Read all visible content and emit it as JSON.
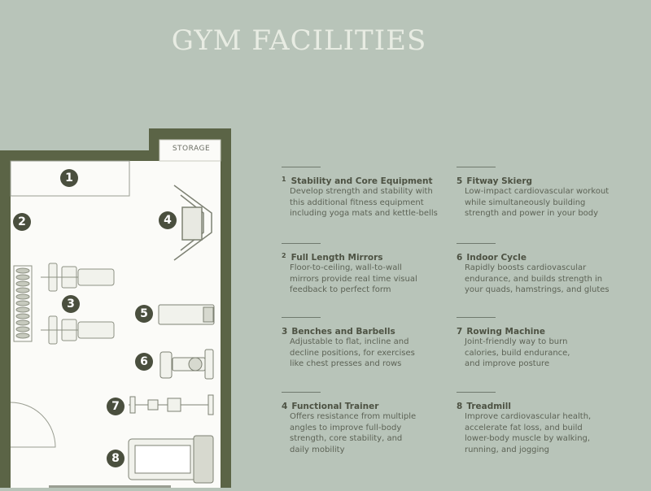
{
  "title": "GYM FACILITIES",
  "floor_plan": {
    "storage_label": "STORAGE",
    "markers": [
      "1",
      "2",
      "3",
      "4",
      "5",
      "6",
      "7",
      "8"
    ]
  },
  "equipment": [
    {
      "number": "1",
      "name": "Stability and Core Equipment",
      "description": [
        "Develop strength and stability with",
        "this additional fitness equipment",
        "including yoga mats and kettle-bells"
      ]
    },
    {
      "number": "2",
      "name": "Full Length Mirrors",
      "description": [
        "Floor-to-ceiling, wall-to-wall",
        "mirrors provide real time visual",
        "feedback to perfect form"
      ]
    },
    {
      "number": "3",
      "name": "Benches and Barbells",
      "description": [
        "Adjustable to flat, incline and",
        "decline positions, for exercises",
        "like chest presses and rows"
      ]
    },
    {
      "number": "4",
      "name": "Functional Trainer",
      "description": [
        "Offers resistance from multiple",
        "angles to improve full-body",
        "strength, core stability, and",
        "daily mobility"
      ]
    },
    {
      "number": "5",
      "name": "Fitway Skierg",
      "description": [
        "Low-impact cardiovascular workout",
        "while simultaneously building",
        "strength and power in your body"
      ]
    },
    {
      "number": "6",
      "name": "Indoor Cycle",
      "description": [
        "Rapidly boosts cardiovascular",
        "endurance, and builds strength in",
        "your quads, hamstrings, and glutes"
      ]
    },
    {
      "number": "7",
      "name": "Rowing Machine",
      "description": [
        "Joint-friendly way to burn",
        "calories, build endurance,",
        "and improve posture"
      ]
    },
    {
      "number": "8",
      "name": "Treadmill",
      "description": [
        "Improve cardiovascular health,",
        "accelerate fat loss, and build",
        "lower-body muscle by walking,",
        "running, and jogging"
      ]
    }
  ],
  "colors": {
    "background": "#b8c4b9",
    "wall": "#5b6446",
    "floor": "#fbfbf8",
    "marker": "#4a4f3e",
    "text": "#4d5243"
  }
}
